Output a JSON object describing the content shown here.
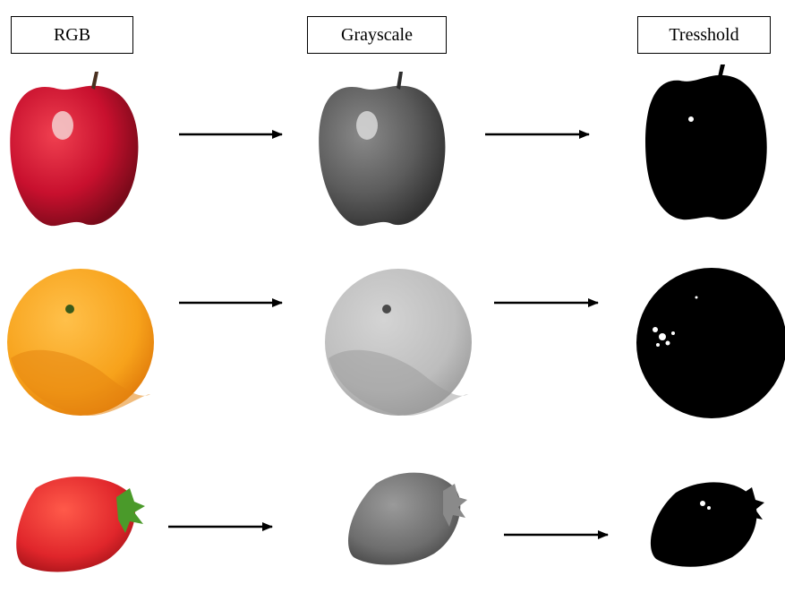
{
  "headers": {
    "rgb": "RGB",
    "grayscale": "Grayscale",
    "threshold": "Tresshold"
  },
  "rows": [
    {
      "fruit": "apple",
      "rgb_color": "#c8102e",
      "gray_color": "#5c5c5c",
      "threshold_color": "#000000"
    },
    {
      "fruit": "orange",
      "rgb_color": "#f7a21b",
      "gray_color": "#bdbdbd",
      "threshold_color": "#000000"
    },
    {
      "fruit": "strawberry",
      "rgb_color": "#e0262b",
      "gray_color": "#6e6e6e",
      "threshold_color": "#000000"
    }
  ],
  "arrow_color": "#000000"
}
